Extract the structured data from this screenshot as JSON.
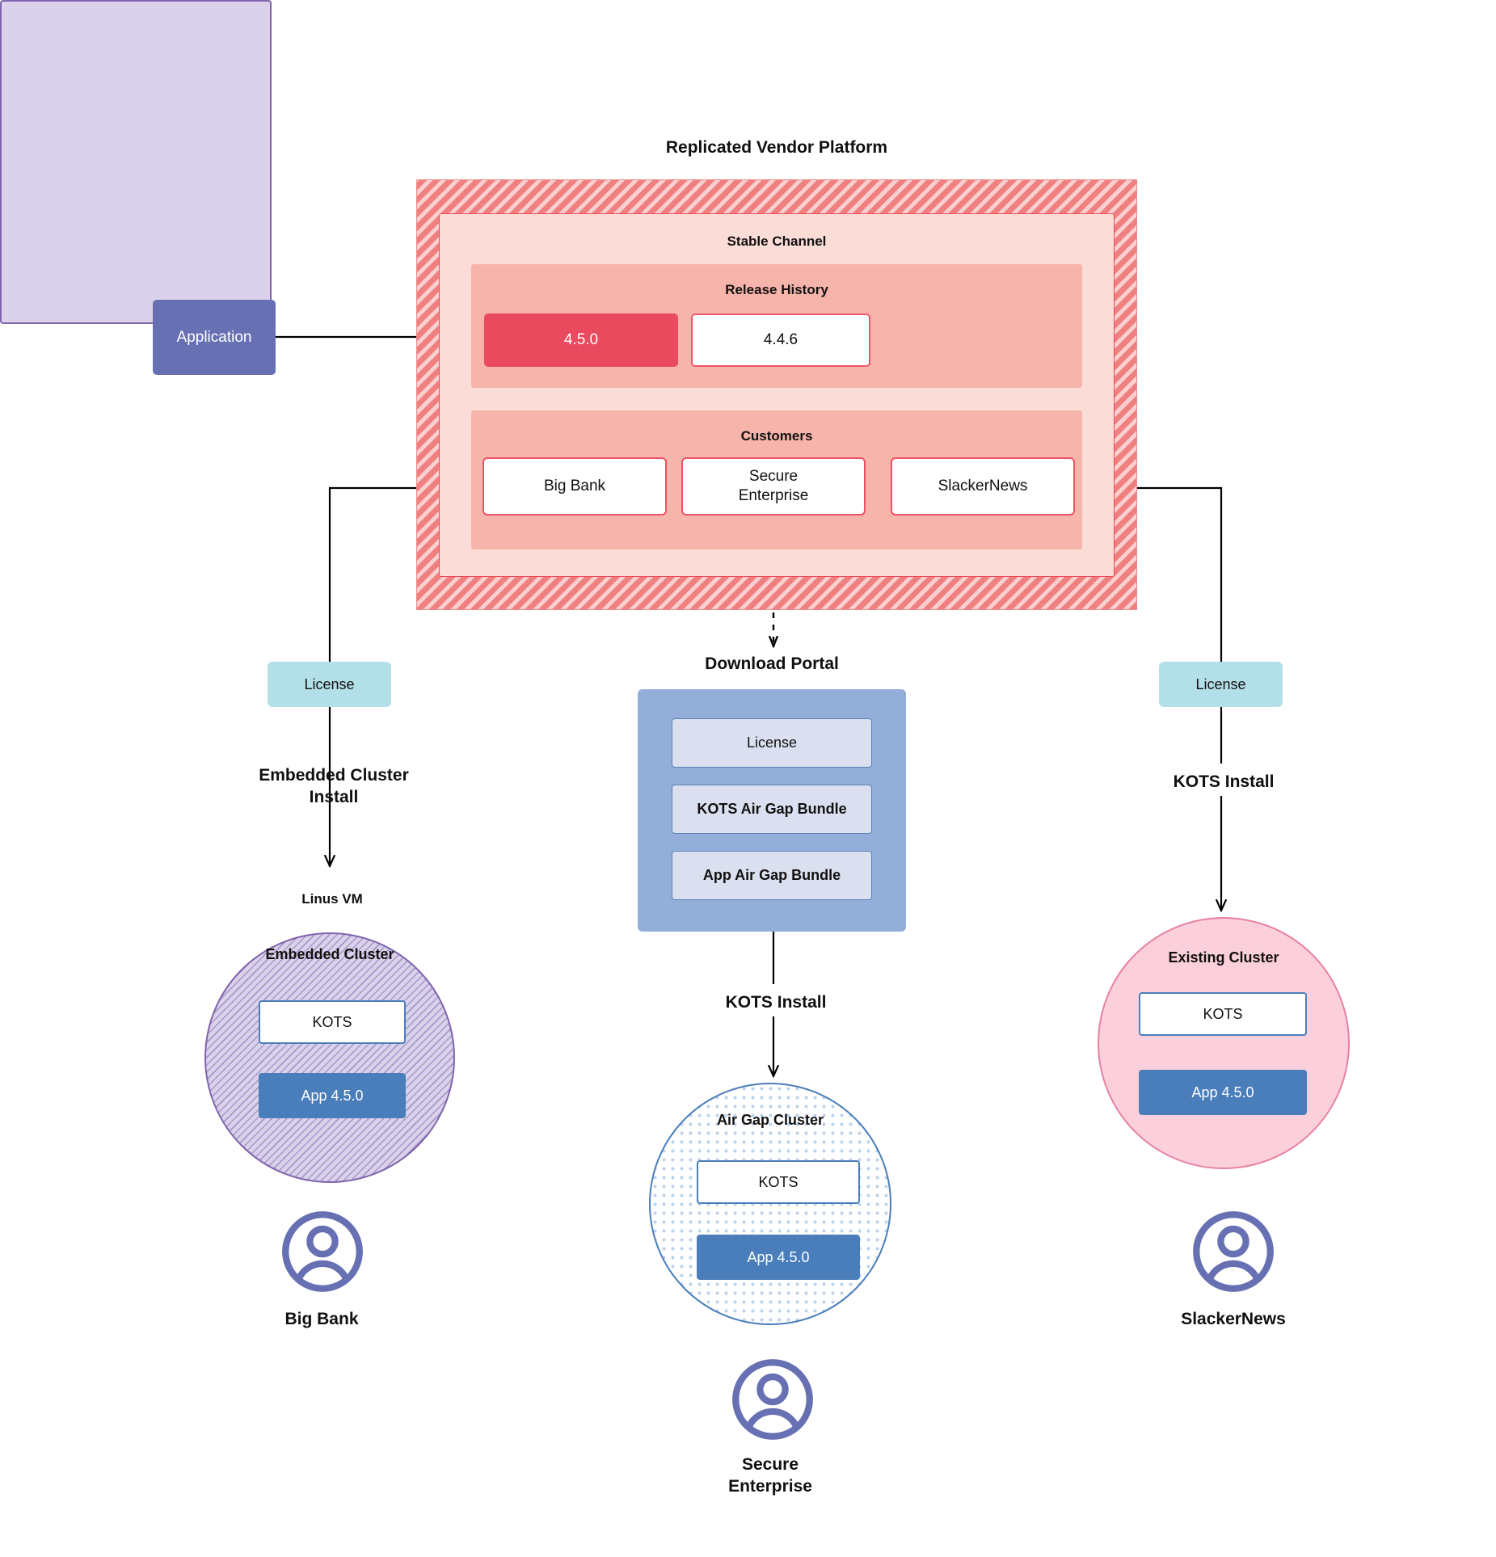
{
  "diagram": {
    "title": "Replicated Vendor Platform",
    "platform": {
      "title": "Replicated Vendor Platform",
      "stable_channel_label": "Stable Channel",
      "release_history_label": "Release History",
      "releases": [
        {
          "version": "4.5.0",
          "state": "current"
        },
        {
          "version": "4.4.6",
          "state": "previous"
        }
      ],
      "customers_label": "Customers",
      "customers": [
        "Big Bank",
        "Secure\nEnterprise",
        "SlackerNews"
      ],
      "customer_big_bank": "Big Bank",
      "customer_secure_line1": "Secure",
      "customer_secure_line2": "Enterprise",
      "customer_slackernews": "SlackerNews"
    },
    "application": {
      "label": "Application"
    },
    "license_left": {
      "label": "License"
    },
    "license_right": {
      "label": "License"
    },
    "download_portal": {
      "title": "Download  Portal",
      "items": [
        {
          "label": "License"
        },
        {
          "label": "KOTS Air Gap Bundle"
        },
        {
          "label": "App Air Gap Bundle"
        }
      ],
      "item_license": "License",
      "item_kots_bundle": "KOTS Air Gap Bundle",
      "item_app_bundle": "App Air Gap Bundle"
    },
    "flow_labels": {
      "embedded_cluster_install_line1": "Embedded Cluster",
      "embedded_cluster_install_line2": "Install",
      "kots_install_right": "KOTS Install",
      "kots_install_center": "KOTS Install"
    },
    "left_stack": {
      "vm_label": "Linus VM",
      "cluster_label": "Embedded Cluster",
      "kots_label": "KOTS",
      "app_label": "App 4.5.0"
    },
    "center_stack": {
      "cluster_label": "Air Gap Cluster",
      "kots_label": "KOTS",
      "app_label": "App 4.5.0"
    },
    "right_stack": {
      "cluster_label": "Existing Cluster",
      "kots_label": "KOTS",
      "app_label": "App 4.5.0"
    },
    "users": [
      {
        "name_line1": "Big Bank",
        "name_line2": ""
      },
      {
        "name_line1": "Secure",
        "name_line2": "Enterprise"
      },
      {
        "name_line1": "SlackerNews",
        "name_line2": ""
      }
    ],
    "user_bigbank": "Big Bank",
    "user_secure_line1": "Secure",
    "user_secure_line2": "Enterprise",
    "user_slackernews": "SlackerNews",
    "icons": {
      "user": "user-avatar-icon"
    },
    "colors": {
      "platform_hatch": "#f08080",
      "stable_channel": "#fbdcd7",
      "band": "#f6b4ab",
      "release_current": "#ea4a5d",
      "release_border": "#ed5866",
      "application": "#6770b3",
      "license_chip": "#b3e0e8",
      "download_portal": "#93aed8",
      "download_portal_item": "#dbe0f1",
      "kots_border": "#4a7ebb",
      "app_box": "#4a7ebb",
      "linux_vm": "#d9d2ea",
      "linux_vm_border": "#8064ac",
      "existing_cluster": "#fbd0dc",
      "existing_cluster_border": "#e8809f",
      "avatar": "#6770b3"
    }
  }
}
